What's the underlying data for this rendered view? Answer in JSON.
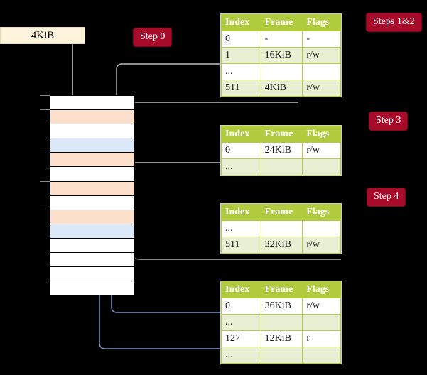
{
  "page_box": {
    "label": "4KiB"
  },
  "step_tags": {
    "step0": "Step 0",
    "steps12": "Steps 1&2",
    "step3": "Step 3",
    "step4": "Step 4"
  },
  "table_headers": {
    "index": "Index",
    "frame": "Frame",
    "flags": "Flags"
  },
  "tables": [
    {
      "id": "t1",
      "rows": [
        {
          "index": "0",
          "frame": "-",
          "flags": "-",
          "alt": false,
          "highlight": false
        },
        {
          "index": "1",
          "frame": "16KiB",
          "flags": "r/w",
          "alt": true,
          "highlight": false
        },
        {
          "index": "...",
          "frame": "",
          "flags": "",
          "alt": false,
          "highlight": false
        },
        {
          "index": "511",
          "frame": "4KiB",
          "flags": "r/w",
          "alt": true,
          "highlight": true
        }
      ]
    },
    {
      "id": "t2",
      "rows": [
        {
          "index": "0",
          "frame": "24KiB",
          "flags": "r/w",
          "alt": false,
          "highlight": false
        },
        {
          "index": "...",
          "frame": "",
          "flags": "",
          "alt": true,
          "highlight": false
        }
      ]
    },
    {
      "id": "t3",
      "rows": [
        {
          "index": "...",
          "frame": "",
          "flags": "",
          "alt": false,
          "highlight": false
        },
        {
          "index": "511",
          "frame": "32KiB",
          "flags": "r/w",
          "alt": true,
          "highlight": false
        }
      ]
    },
    {
      "id": "t4",
      "rows": [
        {
          "index": "0",
          "frame": "36KiB",
          "flags": "r/w",
          "alt": false,
          "highlight": false
        },
        {
          "index": "...",
          "frame": "",
          "flags": "",
          "alt": true,
          "highlight": false
        },
        {
          "index": "127",
          "frame": "12KiB",
          "flags": "r",
          "alt": false,
          "highlight": false
        },
        {
          "index": "...",
          "frame": "",
          "flags": "",
          "alt": true,
          "highlight": false
        }
      ]
    }
  ],
  "memory_column": {
    "rows": [
      {
        "fill": "white"
      },
      {
        "fill": "orange"
      },
      {
        "fill": "white"
      },
      {
        "fill": "blue"
      },
      {
        "fill": "orange"
      },
      {
        "fill": "white"
      },
      {
        "fill": "orange"
      },
      {
        "fill": "white"
      },
      {
        "fill": "orange"
      },
      {
        "fill": "blue"
      },
      {
        "fill": "white"
      },
      {
        "fill": "white"
      },
      {
        "fill": "white"
      },
      {
        "fill": "white"
      }
    ]
  },
  "colors": {
    "background": "#000000",
    "table_header": "#b0cb3e",
    "table_alt_row": "#e9efd3",
    "table_highlight": "#fcf8b0",
    "step_tag": "#a80b2a",
    "page_box": "#fdf3dc",
    "mem_orange": "#fce0cb",
    "mem_blue": "#dbe8f7",
    "wire_gray": "#bdbdbd",
    "wire_blue": "#7b95c4"
  }
}
